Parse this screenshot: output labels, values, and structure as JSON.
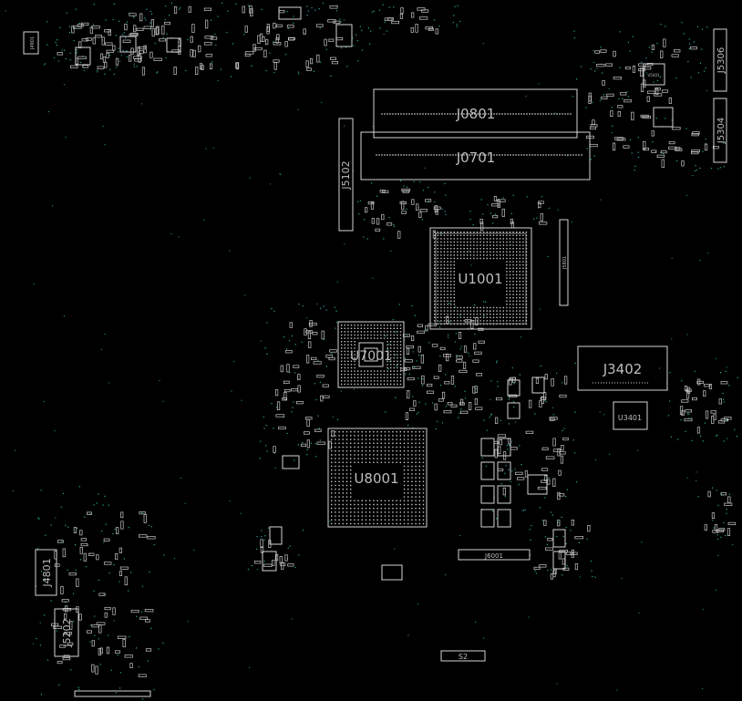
{
  "colors": {
    "background": "#000000",
    "outline": "#d4d4d4",
    "label": "#bdbdbd",
    "via": "#2fa6a0",
    "pad": "#c8c8c8"
  },
  "labels": {
    "j0801": "J0801",
    "j0701": "J0701",
    "j5102": "J5102",
    "u1001": "U1001",
    "u7001": "U7001",
    "u8001": "U8001",
    "j3402": "J3402",
    "u3401": "U3401",
    "j5306": "J5306",
    "j5304": "J5304",
    "j4801": "J4801",
    "j5202": "J5202",
    "j6001": "J6001",
    "s2": "S2",
    "j4901": "J4901",
    "j5801": "J5801",
    "u5401": "U5401"
  }
}
